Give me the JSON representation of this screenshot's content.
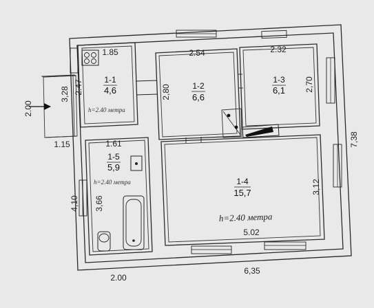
{
  "rooms": [
    {
      "id": "1-1",
      "area": "4,6"
    },
    {
      "id": "1-2",
      "area": "6,6"
    },
    {
      "id": "1-3",
      "area": "6,1"
    },
    {
      "id": "1-4",
      "area": "15,7"
    },
    {
      "id": "1-5",
      "area": "5,9"
    }
  ],
  "height_notes": {
    "room_1_1": "h=2.40 метра",
    "room_1_5": "h=2.40 метра",
    "room_1_4": "h=2.40 метра"
  },
  "dimensions": {
    "d_1_85": "1.85",
    "d_2_54": "2.54",
    "d_2_32": "2.32",
    "d_3_28": "3,28",
    "d_2_47": "2.47",
    "d_2_80": "2,80",
    "d_2_70": "2,70",
    "d_2_00_left": "2.00",
    "d_1_15": "1.15",
    "d_1_61": "1.61",
    "d_4_10": "4,10",
    "d_3_66": "3,66",
    "d_3_12": "3,12",
    "d_5_02": "5.02",
    "d_7_38": "7,38",
    "d_2_00_bottom": "2.00",
    "d_6_35": "6,35"
  },
  "icons": [
    "stove-icon",
    "sink-icon",
    "bathtub-icon",
    "toilet-icon",
    "stair-icon",
    "arrow-icon"
  ]
}
